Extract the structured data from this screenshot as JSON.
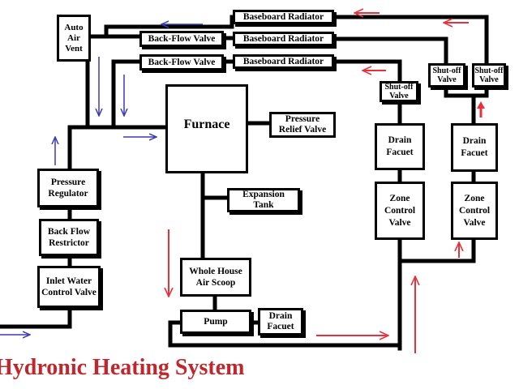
{
  "title": "Hydronic Heating System",
  "colors": {
    "pipe": "#000000",
    "hot_arrow": "#e8313a",
    "cold_arrow": "#3b3bb5",
    "title": "#c0272d"
  },
  "components": {
    "auto_air_vent": "Auto\nAir\nVent",
    "back_flow_valve_1": "Back-Flow Valve",
    "back_flow_valve_2": "Back-Flow Valve",
    "baseboard_radiator_1": "Baseboard Radiator",
    "baseboard_radiator_2": "Baseboard Radiator",
    "baseboard_radiator_3": "Baseboard Radiator",
    "furnace": "Furnace",
    "pressure_relief_valve": "Pressure\nRelief Valve",
    "expansion_tank": "Expansion\nTank",
    "pressure_regulator": "Pressure\nRegulator",
    "back_flow_restrictor": "Back Flow\nRestrictor",
    "inlet_water_control_valve": "Inlet Water\nControl Valve",
    "whole_house_air_scoop": "Whole House\nAir Scoop",
    "pump": "Pump",
    "drain_facuet_pump": "Drain\nFacuet",
    "shutoff_valve_left": "Shut-off\nValve",
    "shutoff_valve_mid": "Shut-off\nValve",
    "shutoff_valve_right": "Shut-off\nValve",
    "drain_facuet_left": "Drain\nFacuet",
    "drain_facuet_right": "Drain\nFacuet",
    "zone_control_valve_left": "Zone\nControl\nValve",
    "zone_control_valve_right": "Zone\nControl\nValve"
  }
}
